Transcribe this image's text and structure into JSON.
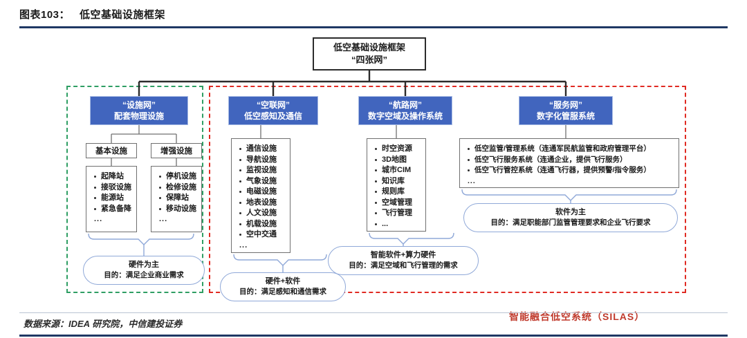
{
  "header": {
    "figure_number": "图表103：",
    "title": "低空基础设施框架"
  },
  "footer": {
    "source": "数据来源：IDEA 研究院，中信建投证券"
  },
  "diagram": {
    "root": {
      "line1": "低空基础设施框架",
      "line2": "“四张网”"
    },
    "silas_label": "智能融合低空系统（SILAS）",
    "colors": {
      "net_box_fill": "#4165be",
      "green_dashed": "#2e9e63",
      "red_dashed": "#e02a22",
      "capsule_border": "#8fa8d8",
      "silas_text": "#c0392b",
      "title_rule": "#1f3864"
    },
    "columns": [
      {
        "net_title": "“设施网”",
        "net_sub": "配套物理设施",
        "sub_groups": [
          {
            "head": "基本设施",
            "items": [
              "起降站",
              "接驳设施",
              "能源站",
              "紧急备降"
            ],
            "more": "..."
          },
          {
            "head": "增强设施",
            "items": [
              "停机设施",
              "检修设施",
              "保障站",
              "移动设施"
            ],
            "more": "..."
          }
        ],
        "capsule": {
          "title": "硬件为主",
          "sub": "目的：满足企业商业需求"
        }
      },
      {
        "net_title": "“空联网”",
        "net_sub": "低空感知及通信",
        "items": [
          "通信设施",
          "导航设施",
          "监视设施",
          "气象设施",
          "电磁设施",
          "地表设施",
          "人文设施",
          "机载设施",
          "空中交通"
        ],
        "more": "...",
        "capsule": {
          "title": "硬件+软件",
          "sub": "目的：满足感知和通信需求"
        }
      },
      {
        "net_title": "“航路网”",
        "net_sub": "数字空域及操作系统",
        "items": [
          "时空资源",
          "3D地图",
          "城市CIM",
          "知识库",
          "规则库",
          "空域管理",
          "飞行管理",
          "..."
        ],
        "capsule": {
          "title": "智能软件+算力硬件",
          "sub": "目的：满足空域和飞行管理的需求"
        }
      },
      {
        "net_title": "“服务网”",
        "net_sub": "数字化管服系统",
        "items": [
          "低空监管/管理系统（连通军民航监管和政府管理平台）",
          "低空飞行服务系统（连通企业，提供飞行服务）",
          "低空飞行管控系统（连通飞行器，提供预警/指令服务）"
        ],
        "more": "...",
        "capsule": {
          "title": "软件为主",
          "sub": "目的：满足职能部门监管管理要求和企业飞行要求"
        }
      }
    ]
  }
}
